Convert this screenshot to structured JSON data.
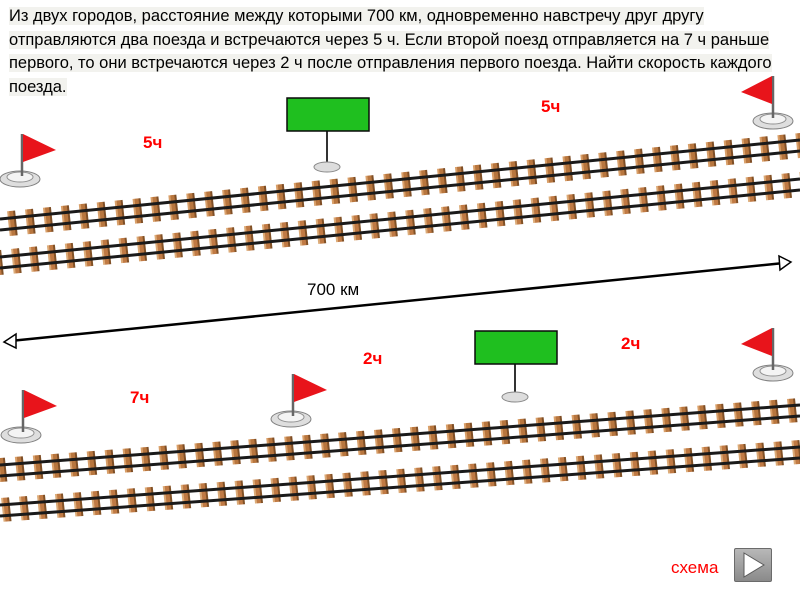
{
  "problem_text": "Из двух городов, расстояние между которыми 700 км, одновременно навстречу друг другу отправляются два поезда и встречаются через 5 ч. Если второй поезд отправляется на 7 ч раньше первого, то они встречаются через 2 ч после отправления первого поезда. Найти скорость каждого поезда.",
  "scene1": {
    "left_time": "5ч",
    "right_time": "5ч"
  },
  "distance_label": "700 км",
  "scene2": {
    "left_time": "7ч",
    "middle_time": "2ч",
    "right_time": "2ч"
  },
  "schema_link": "схема",
  "colors": {
    "accent_red": "#ff0000",
    "sign_green": "#1fbf1f",
    "flag_red": "#e8141b"
  },
  "icons": [
    "flag-icon",
    "meeting-sign-icon",
    "next-arrow-icon"
  ]
}
